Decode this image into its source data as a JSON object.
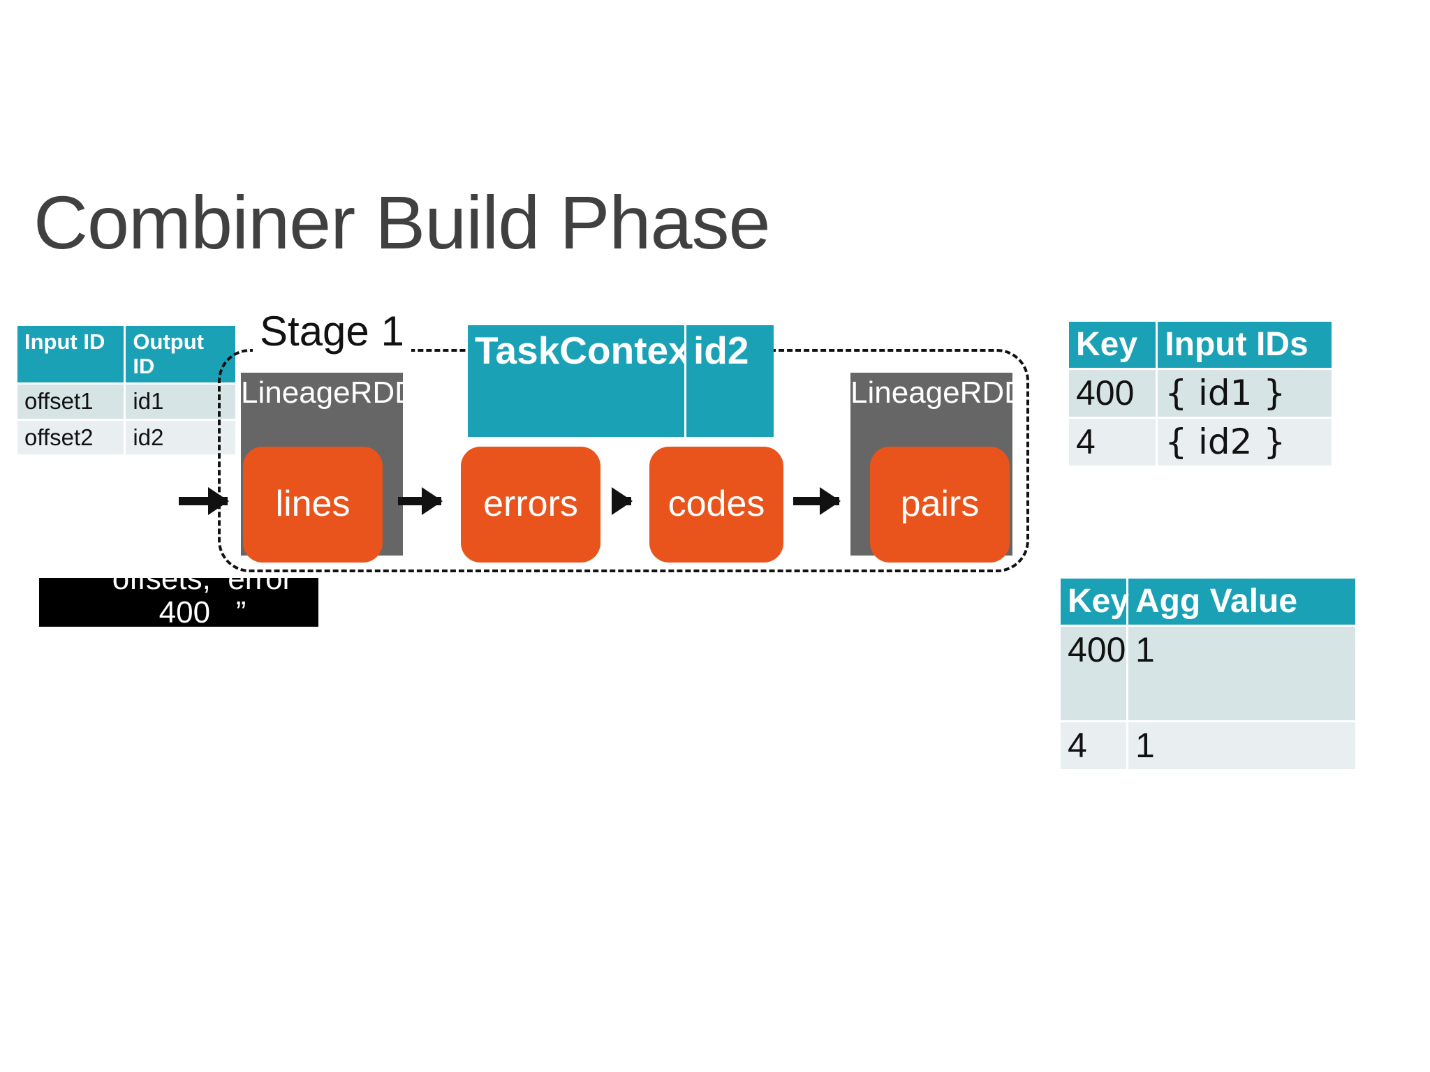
{
  "slide": {
    "title": "Combiner Build Phase",
    "stage_label": "Stage 1"
  },
  "lineage_table": {
    "headers": [
      "Input ID",
      "Output ID"
    ],
    "rows": [
      [
        "offset1",
        "id1"
      ],
      [
        "offset2",
        "id2"
      ]
    ]
  },
  "pipeline": {
    "lineage_rdd_label_1": "LineageRDD",
    "lineage_rdd_label_2": "LineageRDD",
    "rdds": [
      {
        "name": "lines"
      },
      {
        "name": "errors"
      },
      {
        "name": "codes"
      },
      {
        "name": "pairs"
      }
    ]
  },
  "taskcontext": {
    "key": "TaskContext",
    "value": "id2"
  },
  "record_box": {
    "line1": "offsets,  error",
    "line2": "400   ”"
  },
  "input_ids_table": {
    "headers": [
      "Key",
      "Input IDs"
    ],
    "rows": [
      [
        "400",
        "{ id1 }"
      ],
      [
        "4",
        "{ id2 }"
      ]
    ]
  },
  "agg_value_table": {
    "headers": [
      "Key",
      "Agg Value"
    ],
    "rows": [
      [
        "400",
        "1"
      ],
      [
        "4",
        "1"
      ]
    ]
  },
  "colors": {
    "teal": "#1BA1B6",
    "orange": "#E8541C",
    "gray": "#666666",
    "title": "#404040",
    "row_a": "#D6E4E6",
    "row_b": "#E9EFF1"
  }
}
